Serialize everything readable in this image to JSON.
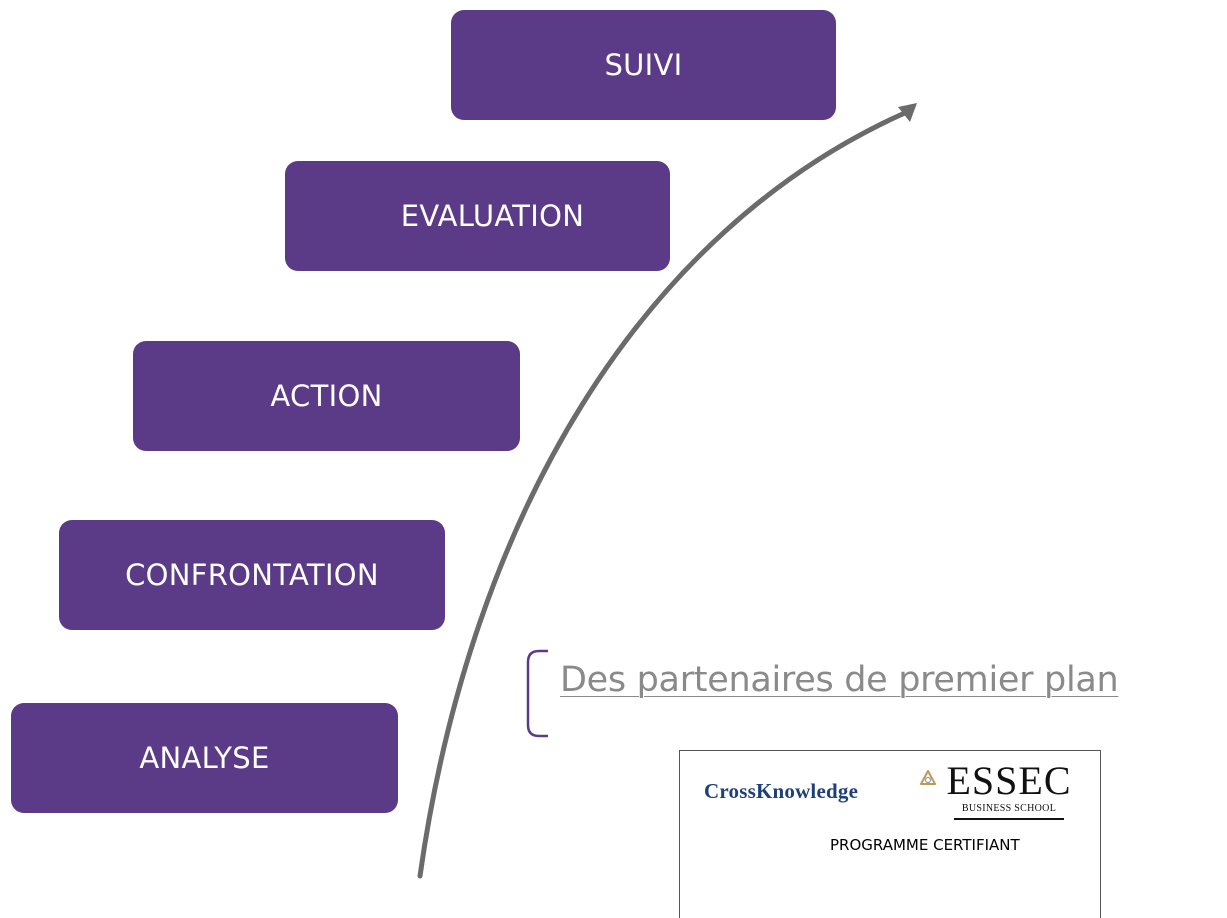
{
  "steps": {
    "suivi": "SUIVI",
    "evaluation": "EVALUATION",
    "action": "ACTION",
    "confrontation": "CONFRONTATION",
    "analyse": "ANALYSE"
  },
  "partners": {
    "heading": "Des partenaires de premier plan",
    "crossknowledge": "CrossKnowledge",
    "essec_name": "ESSEC",
    "essec_sub": "BUSINESS SCHOOL",
    "programme": "PROGRAMME CERTIFIANT"
  },
  "colors": {
    "step_fill": "#5b3a87",
    "arrow": "#6b6b6b",
    "bracket": "#5b3a87",
    "heading_text": "#8a8a8a"
  }
}
